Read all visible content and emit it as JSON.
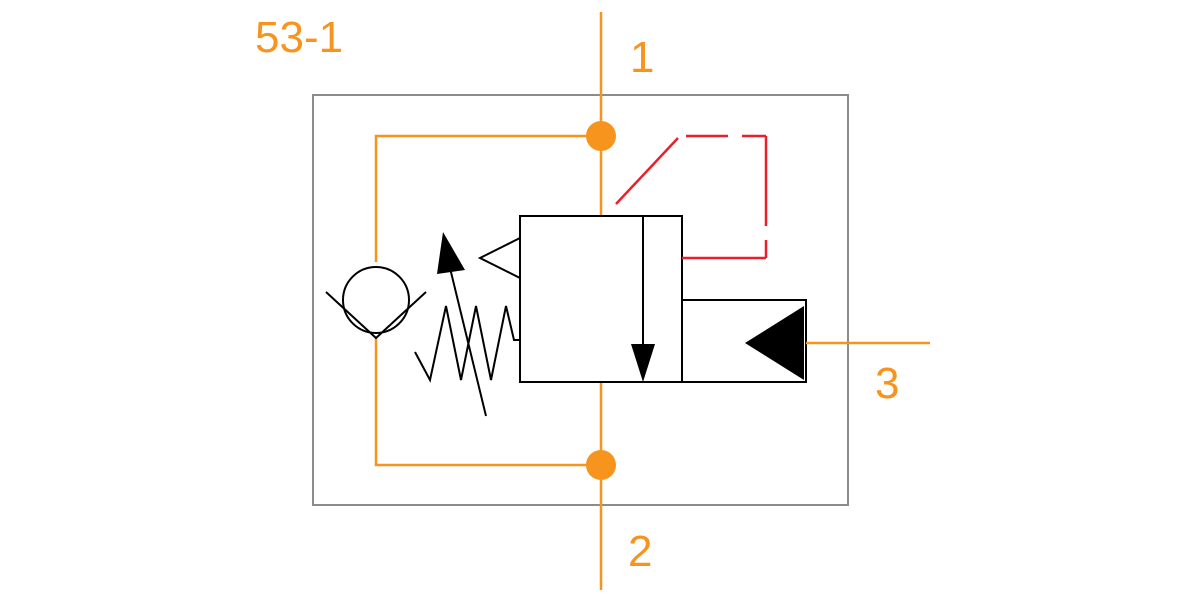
{
  "title": "53-1",
  "ports": {
    "p1": "1",
    "p2": "2",
    "p3": "3"
  },
  "colors": {
    "hydraulic_line": "#f7941d",
    "pilot_line": "#e8202a",
    "symbol": "#000000",
    "housing": "#8c8c8c",
    "background": "#ffffff"
  }
}
